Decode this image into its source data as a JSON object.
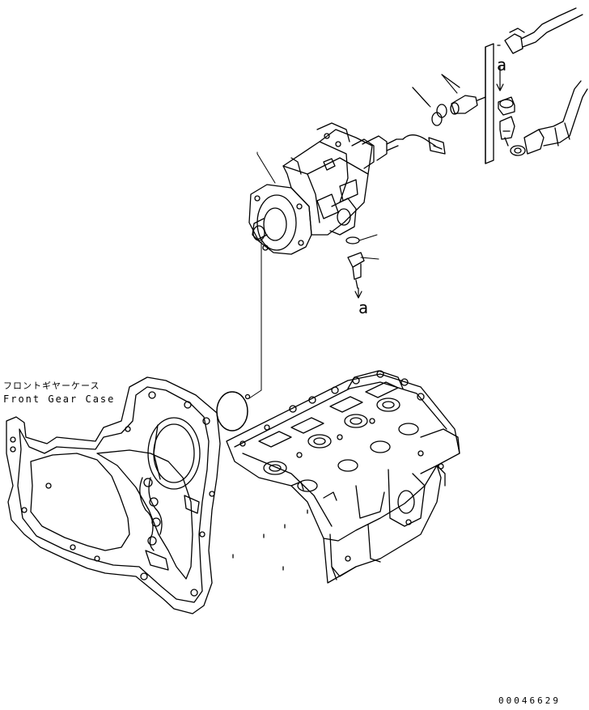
{
  "labels": {
    "front_gear_case_jp": "フロントギヤーケース",
    "front_gear_case_en": "Front Gear Case",
    "connection_mark_upper": "a",
    "connection_mark_lower": "a",
    "drawing_number": "00046629"
  },
  "colors": {
    "line": "#000000",
    "background": "#ffffff"
  }
}
